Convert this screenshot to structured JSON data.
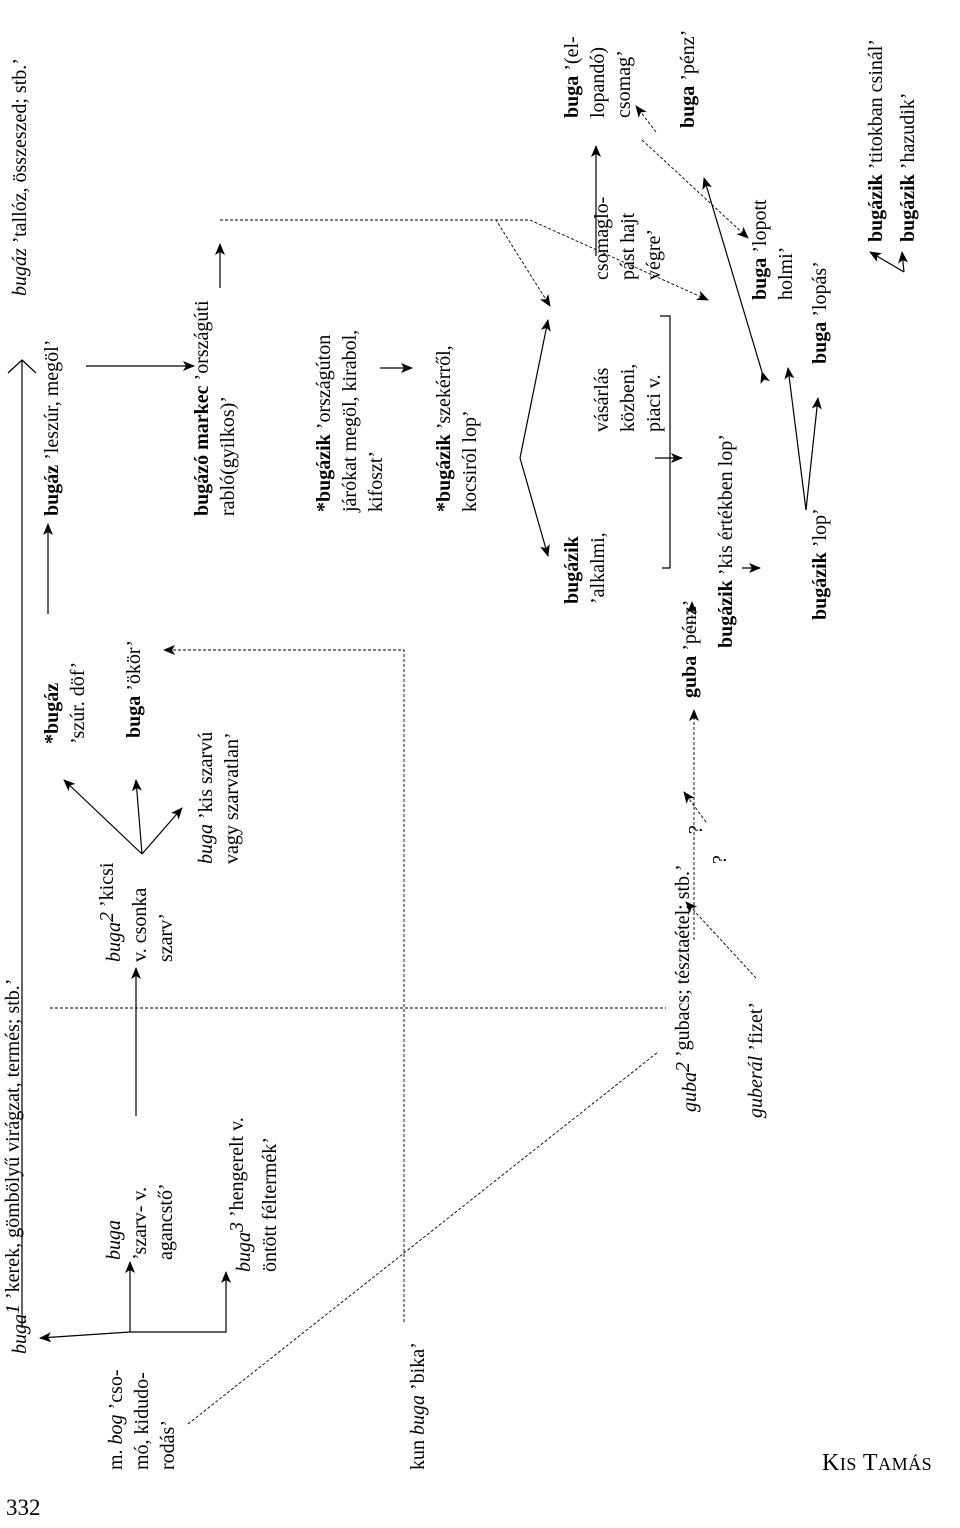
{
  "page": {
    "number": "332",
    "running_head_prefix": "K",
    "running_head_sc1": "IS",
    "running_head_mid": " T",
    "running_head_sc2": "AMÁS"
  },
  "nodes": {
    "mbog": [
      [
        {
          "t": "m. "
        },
        {
          "t": "bog",
          "i": 1
        },
        {
          "t": " ’cso-"
        }
      ],
      [
        {
          "t": "mó, kidudo-"
        }
      ],
      [
        {
          "t": "rodás’"
        }
      ]
    ],
    "buga1": [
      [
        {
          "t": "buga",
          "i": 1
        },
        {
          "t": "1",
          "i": 1,
          "sup": 1
        },
        {
          "t": " ’kerek, gömbölyű virágzat, termés; stb.’"
        }
      ]
    ],
    "buga_szarv": [
      [
        {
          "t": "buga",
          "i": 1
        }
      ],
      [
        {
          "t": "’szarv- v."
        }
      ],
      [
        {
          "t": "agancstő’"
        }
      ]
    ],
    "buga2": [
      [
        {
          "t": "buga",
          "i": 1
        },
        {
          "t": "2",
          "i": 1,
          "sup": 1
        },
        {
          "t": " ’kicsi"
        }
      ],
      [
        {
          "t": "v. csonka"
        }
      ],
      [
        {
          "t": "szarv’"
        }
      ]
    ],
    "buga3": [
      [
        {
          "t": "buga",
          "i": 1
        },
        {
          "t": "3",
          "i": 1,
          "sup": 1
        },
        {
          "t": " ’hengerelt v."
        }
      ],
      [
        {
          "t": "öntött féltermék’"
        }
      ]
    ],
    "kunbuga": [
      [
        {
          "t": "kun "
        },
        {
          "t": "buga",
          "i": 1
        },
        {
          "t": " ’bika’"
        }
      ]
    ],
    "szarvu": [
      [
        {
          "t": "buga",
          "i": 1
        },
        {
          "t": " ’kis szarvú"
        }
      ],
      [
        {
          "t": "vagy szarvatlan’"
        }
      ]
    ],
    "okor": [
      [
        {
          "t": "buga",
          "b": 1
        },
        {
          "t": " ’ökör’"
        }
      ]
    ],
    "bugaz_szur": [
      [
        {
          "t": "*bugáz",
          "b": 1
        }
      ],
      [
        {
          "t": "’szúr. döf’"
        }
      ]
    ],
    "bugaz_leszur": [
      [
        {
          "t": "bugáz",
          "b": 1
        },
        {
          "t": " ’leszúr, megöl’"
        }
      ]
    ],
    "bugaz_talloz": [
      [
        {
          "t": "bugáz",
          "i": 1
        },
        {
          "t": " ’tallóz, összeszed; stb.’"
        }
      ]
    ],
    "bugazo": [
      [
        {
          "t": "bugázó markec",
          "b": 1
        },
        {
          "t": " ’országúti"
        }
      ],
      [
        {
          "t": "rabló(gyilkos)’"
        }
      ]
    ],
    "orszagut": [
      [
        {
          "t": "*bugázik",
          "b": 1
        },
        {
          "t": " ’országúton"
        }
      ],
      [
        {
          "t": "járókat megöl, kirabol,"
        }
      ],
      [
        {
          "t": "kifoszt’"
        }
      ]
    ],
    "szekerrol": [
      [
        {
          "t": "*bugázik",
          "b": 1
        },
        {
          "t": " ’szekérről,"
        }
      ],
      [
        {
          "t": "kocsiról lop’"
        }
      ]
    ],
    "alkalmi": [
      [
        {
          "t": "bugázik",
          "b": 1
        }
      ],
      [
        {
          "t": "’alkalmi,"
        }
      ]
    ],
    "vasarlas": [
      [
        {
          "t": "vásárlás"
        }
      ],
      [
        {
          "t": "közbeni,"
        }
      ],
      [
        {
          "t": "piaci v."
        }
      ]
    ],
    "csomaglopast": [
      [
        {
          "t": "csomaglo-"
        }
      ],
      [
        {
          "t": "pást hajt"
        }
      ],
      [
        {
          "t": "végre’"
        }
      ]
    ],
    "elopando": [
      [
        {
          "t": "buga",
          "b": 1
        },
        {
          "t": " ’(el-"
        }
      ],
      [
        {
          "t": "lopandó)"
        }
      ],
      [
        {
          "t": "csomag’"
        }
      ]
    ],
    "buga_penz": [
      [
        {
          "t": "buga",
          "b": 1
        },
        {
          "t": " ’pénz’"
        }
      ]
    ],
    "guba2": [
      [
        {
          "t": "guba",
          "i": 1
        },
        {
          "t": "2",
          "i": 1,
          "sup": 1
        },
        {
          "t": " ’gubacs; tésztaétel; stb.’"
        }
      ]
    ],
    "guba_penz": [
      [
        {
          "t": "guba",
          "b": 1
        },
        {
          "t": " ’pénz’"
        }
      ]
    ],
    "guberal": [
      [
        {
          "t": "guberál",
          "i": 1
        },
        {
          "t": " ’fizet’"
        }
      ]
    ],
    "kis_ertek": [
      [
        {
          "t": "bugázik",
          "b": 1
        },
        {
          "t": " ’kis értékben lop’"
        }
      ]
    ],
    "lop": [
      [
        {
          "t": "bugázik",
          "b": 1
        },
        {
          "t": " ’lop’"
        }
      ]
    ],
    "lopott": [
      [
        {
          "t": "buga",
          "b": 1
        },
        {
          "t": " ’lopott"
        }
      ],
      [
        {
          "t": "holmi’"
        }
      ]
    ],
    "lopas": [
      [
        {
          "t": "buga",
          "b": 1
        },
        {
          "t": " ’lopás’"
        }
      ]
    ],
    "titokban": [
      [
        {
          "t": "bugázik",
          "b": 1
        },
        {
          "t": " ’titokban csinál’"
        }
      ]
    ],
    "hazudik": [
      [
        {
          "t": "bugázik",
          "b": 1
        },
        {
          "t": " ’hazudik’"
        }
      ]
    ],
    "q1": [
      [
        {
          "t": "?"
        }
      ]
    ],
    "q2": [
      [
        {
          "t": "?"
        }
      ]
    ]
  }
}
